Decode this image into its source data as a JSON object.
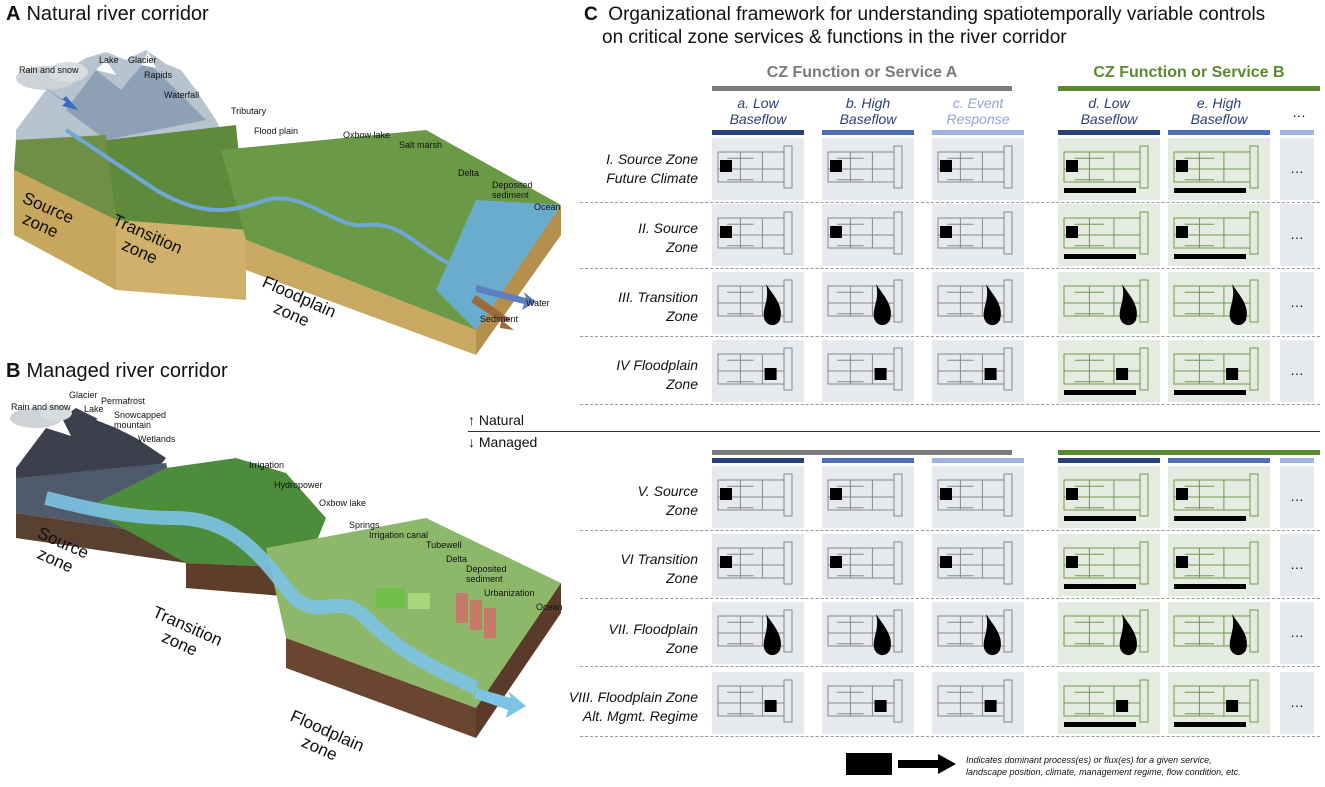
{
  "panelA": {
    "letter": "A",
    "title": "Natural river corridor",
    "labels": [
      "Rain and snow",
      "Lake",
      "Glacier",
      "Rapids",
      "Waterfall",
      "Tributary",
      "Flood plain",
      "Oxbow lake",
      "Salt marsh",
      "Delta",
      "Deposited sediment",
      "Ocean",
      "Sediment",
      "Water"
    ],
    "zones": [
      "Source zone",
      "Transition zone",
      "Floodplain zone"
    ]
  },
  "panelB": {
    "letter": "B",
    "title": "Managed river corridor",
    "labels": [
      "Rain and snow",
      "Glacier",
      "Lake",
      "Permafrost",
      "Snowcapped mountain",
      "Wetlands",
      "Irrigation",
      "Hydropower",
      "Oxbow lake",
      "Springs",
      "Irrigation canal",
      "Tubewell",
      "Delta",
      "Deposited sediment",
      "Urbanization",
      "Ocean"
    ],
    "zones": [
      "Source zone",
      "Transition zone",
      "Floodplain zone"
    ]
  },
  "panelC": {
    "letter": "C",
    "title_line1": "Organizational framework for understanding spatiotemporally variable controls",
    "title_line2": "on critical zone services & functions in the river corridor",
    "headerA": "CZ Function or Service A",
    "headerB": "CZ Function or Service B",
    "columns": [
      {
        "line1": "a. Low",
        "line2": "Baseflow"
      },
      {
        "line1": "b. High",
        "line2": "Baseflow"
      },
      {
        "line1": "c. Event",
        "line2": "Response"
      },
      {
        "line1": "d. Low",
        "line2": "Baseflow"
      },
      {
        "line1": "e. High",
        "line2": "Baseflow"
      }
    ],
    "more": "…",
    "rows_natural": [
      {
        "line1": "I. Source Zone",
        "line2": "Future Climate"
      },
      {
        "line1": "II. Source",
        "line2": "Zone"
      },
      {
        "line1": "III. Transition",
        "line2": "Zone"
      },
      {
        "line1": "IV Floodplain",
        "line2": "Zone"
      }
    ],
    "rows_managed": [
      {
        "line1": "V. Source",
        "line2": "Zone"
      },
      {
        "line1": "VI Transition",
        "line2": "Zone"
      },
      {
        "line1": "VII. Floodplain",
        "line2": "Zone"
      },
      {
        "line1": "VIII. Floodplain Zone",
        "line2": "Alt. Mgmt. Regime"
      }
    ],
    "natural_label": "↑ Natural",
    "managed_label": "↓ Managed",
    "legend_line1": "Indicates dominant process(es) or flux(es) for a given service,",
    "legend_line2": "landscape position, climate, management regime, flow condition, etc."
  },
  "colors": {
    "gray_header": "#7a7a7a",
    "green_header": "#5a8a2e",
    "dark_blue": "#2b3f7a",
    "mid_blue": "#4f6fb5",
    "light_blue": "#9fb3dd",
    "cell_bg": "#e6e9ee",
    "cell_bg_green": "#e4ebe0",
    "diagram_gray": "#888888",
    "diagram_green": "#6f9a48"
  }
}
